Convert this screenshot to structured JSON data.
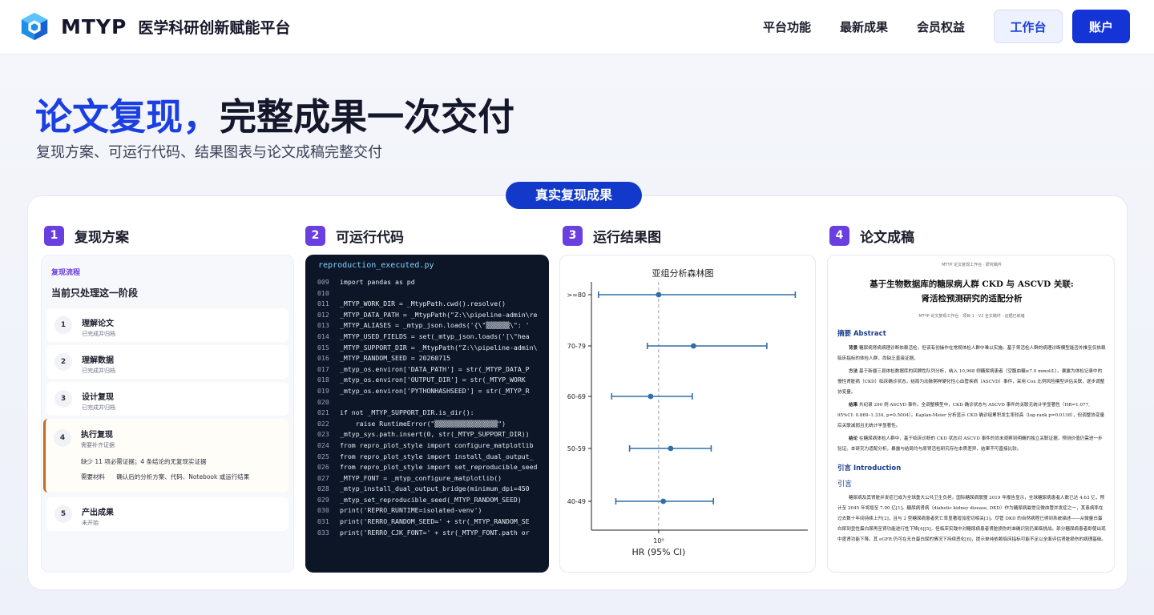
{
  "brand": {
    "name": "MTYP",
    "subtitle": "医学科研创新赋能平台"
  },
  "nav": {
    "links": [
      "平台功能",
      "最新成果",
      "会员权益"
    ],
    "workspace_label": "工作台",
    "account_label": "账户"
  },
  "hero": {
    "title_accent": "论文复现，",
    "title_rest": "完整成果一次交付",
    "subtitle": "复现方案、可运行代码、结果图表与论文成稿完整交付"
  },
  "badge": "真实复现成果",
  "columns": [
    {
      "num": "1",
      "title": "复现方案"
    },
    {
      "num": "2",
      "title": "可运行代码"
    },
    {
      "num": "3",
      "title": "运行结果图"
    },
    {
      "num": "4",
      "title": "论文成稿"
    }
  ],
  "plan": {
    "kicker": "复现流程",
    "heading": "当前只处理这一阶段",
    "steps": [
      {
        "num": "1",
        "name": "理解论文",
        "status": "已完成并归档"
      },
      {
        "num": "2",
        "name": "理解数据",
        "status": "已完成并归档"
      },
      {
        "num": "3",
        "name": "设计复现",
        "status": "已完成并归档"
      },
      {
        "num": "4",
        "name": "执行复现",
        "status": "需要补齐证据",
        "note1": "缺少 11 项必需证据；4 条结论的无复现实证据",
        "note2_label": "需要材料",
        "note2_value": "确认后的分析方案、代码、Notebook 或运行结果"
      },
      {
        "num": "5",
        "name": "产出成果",
        "status": "未开始"
      }
    ]
  },
  "code": {
    "filename": "reproduction_executed.py",
    "lines": [
      {
        "n": "009",
        "t": "import pandas as pd"
      },
      {
        "n": "010",
        "t": ""
      },
      {
        "n": "011",
        "t": "_MTYP_WORK_DIR = _MtypPath.cwd().resolve()"
      },
      {
        "n": "012",
        "t": "_MTYP_DATA_PATH = _MtypPath(\"Z:\\\\pipeline-admin\\re"
      },
      {
        "n": "013",
        "t": "_MTYP_ALIASES = _mtyp_json.loads('{\\\"▒▒▒▒▒▒\\\": '"
      },
      {
        "n": "014",
        "t": "_MTYP_USED_FIELDS = set(_mtyp_json.loads('[\\\"hea"
      },
      {
        "n": "015",
        "t": "_MTYP_SUPPORT_DIR = _MtypPath(\"Z:\\\\pipeline-admin\\"
      },
      {
        "n": "016",
        "t": "_MTYP_RANDOM_SEED = 20260715"
      },
      {
        "n": "017",
        "t": "_mtyp_os.environ['DATA_PATH'] = str(_MTYP_DATA_P"
      },
      {
        "n": "018",
        "t": "_mtyp_os.environ['OUTPUT_DIR'] = str(_MTYP_WORK"
      },
      {
        "n": "019",
        "t": "_mtyp_os.environ['PYTHONHASHSEED'] = str(_MTYP_R"
      },
      {
        "n": "020",
        "t": ""
      },
      {
        "n": "021",
        "t": "if not _MTYP_SUPPORT_DIR.is_dir():"
      },
      {
        "n": "022",
        "t": "    raise RuntimeError(\"▒▒▒▒▒▒▒▒▒▒▒▒▒▒▒▒\")"
      },
      {
        "n": "023",
        "t": "_mtyp_sys.path.insert(0, str(_MTYP_SUPPORT_DIR))"
      },
      {
        "n": "024",
        "t": "from repro_plot_style import configure_matplotlib"
      },
      {
        "n": "025",
        "t": "from repro_plot_style import install_dual_output_"
      },
      {
        "n": "026",
        "t": "from repro_plot_style import set_reproducible_seed"
      },
      {
        "n": "027",
        "t": "_MTYP_FONT = _mtyp_configure_matplotlib()"
      },
      {
        "n": "028",
        "t": "_mtyp_install_dual_output_bridge(minimum_dpi=450"
      },
      {
        "n": "029",
        "t": "_mtyp_set_reproducible_seed(_MTYP_RANDOM_SEED)"
      },
      {
        "n": "030",
        "t": "print('REPRO_RUNTIME=isolated-venv')"
      },
      {
        "n": "031",
        "t": "print('RERRO_RANDOM_SEED=' + str(_MTYP_RANDOM_SE"
      },
      {
        "n": "033",
        "t": "print('RERRO_CJK_FONT=' + str(_MTYP_FONT.path or"
      }
    ]
  },
  "chart_data": {
    "type": "scatter",
    "title": "亚组分析森林图",
    "xlabel": "HR (95% CI)",
    "ylabel": "",
    "x_tick_labels": [
      "10⁰"
    ],
    "reference_line": 1.0,
    "x_scale": "log",
    "categories": [
      ">=80",
      "70-79",
      "60-69",
      "50-59",
      "40-49"
    ],
    "estimates": [
      1.0,
      1.25,
      0.95,
      1.08,
      1.03
    ],
    "ci_low": [
      0.68,
      0.93,
      0.74,
      0.83,
      0.76
    ],
    "ci_high": [
      2.4,
      2.0,
      1.24,
      1.4,
      1.42
    ],
    "xlim": [
      0.65,
      2.6
    ],
    "grid": false,
    "colors": {
      "marks": "#2f6fa8",
      "reference": "#888888"
    }
  },
  "paper": {
    "header": "MTYP 论文复现工作台 · 研究稿件",
    "title_line1": "基于生物数据库的糖尿病人群 CKD 与 ASCVD 关联:",
    "title_line2": "肾活检预测研究的适配分析",
    "authors": "MTYP 论文复现工作台 · 项目 1 · V2 全文稿件 · 证据已就绪",
    "abstract_heading": "摘要 Abstract",
    "abs_bg_label": "背景",
    "abs_bg": "糖尿病肾病病理诊断依赖活检，但该有创操作在常规体检人群中难以实施。基于肾活检人群的病理诊断模型能否外推至仅依赖临床指标的体检人群，尚缺乏直接证据。",
    "abs_method_label": "方法",
    "abs_method": "基于新疆三县体检数据库的回顾性队列分析，纳入 10,968 例糖尿病患者（空腹血糖≥7.0 mmol/L）。暴露为体检记录中的慢性肾脏病（CKD）临床确诊状态，结局为动脉粥样硬化性心血管疾病（ASCVD）事件，采用 Cox 比例风险模型评估关联，逐步调整协变量。",
    "abs_result_label": "结果",
    "abs_result": "共纪录 290 例 ASCVD 事件。全调整模型中，CKD 确诊状态与 ASCVD 事件的关联无统计学显著性（HR=1.077, 95%CI: 0.869–1.334, p=0.5004）。Kaplan-Meier 分析显示 CKD 确诊组累积发生率较高（log-rank p=0.0138），但调整协变量后关联减弱且无统计学显著性。",
    "abs_concl_label": "结论",
    "abs_concl": "在糖尿病体检人群中，基于临床诊断的 CKD 状态对 ASCVD 事件的尚未观察到明确的独立关联证据，预测价值仍需进一步验证。本研究为适配分析，暴露与结局均与原肾活检研究存在本质差异，结果不可直接比较。",
    "intro_heading": "引言 Introduction",
    "intro_sub": "引言",
    "intro_para": "糖尿病及其肾脏并发症已成为全球重大公共卫生负担。国际糖尿病联盟 2019 年报告显示，全球糖尿病患者人数已达 4.63 亿，预计至 2045 年将增至 7.00 亿[1]。糖尿病肾病（diabetic kidney disease, DKD）作为糖尿病最常见微血管并发症之一，其患病率在过去数十年间持续上升[2]，且与 2 型糖尿病患者死亡率显著增加密切相关[3]。尽管 DKD 的自然病程已得到系统描述——从微量白蛋白尿到显性蛋白尿再至肾功能进行性下降[4][5]，但临床实践中对糖尿病患者肾脏损伤的准确识别仍面临挑战。部分糖尿病患者即使出现中度肾功能下降，其 eGFR 仍可在无白蛋白尿的情况下持续恶化[6]，提示单纯依赖临床指标可能不足以全面评估肾脏损伤的病理基础。"
  }
}
